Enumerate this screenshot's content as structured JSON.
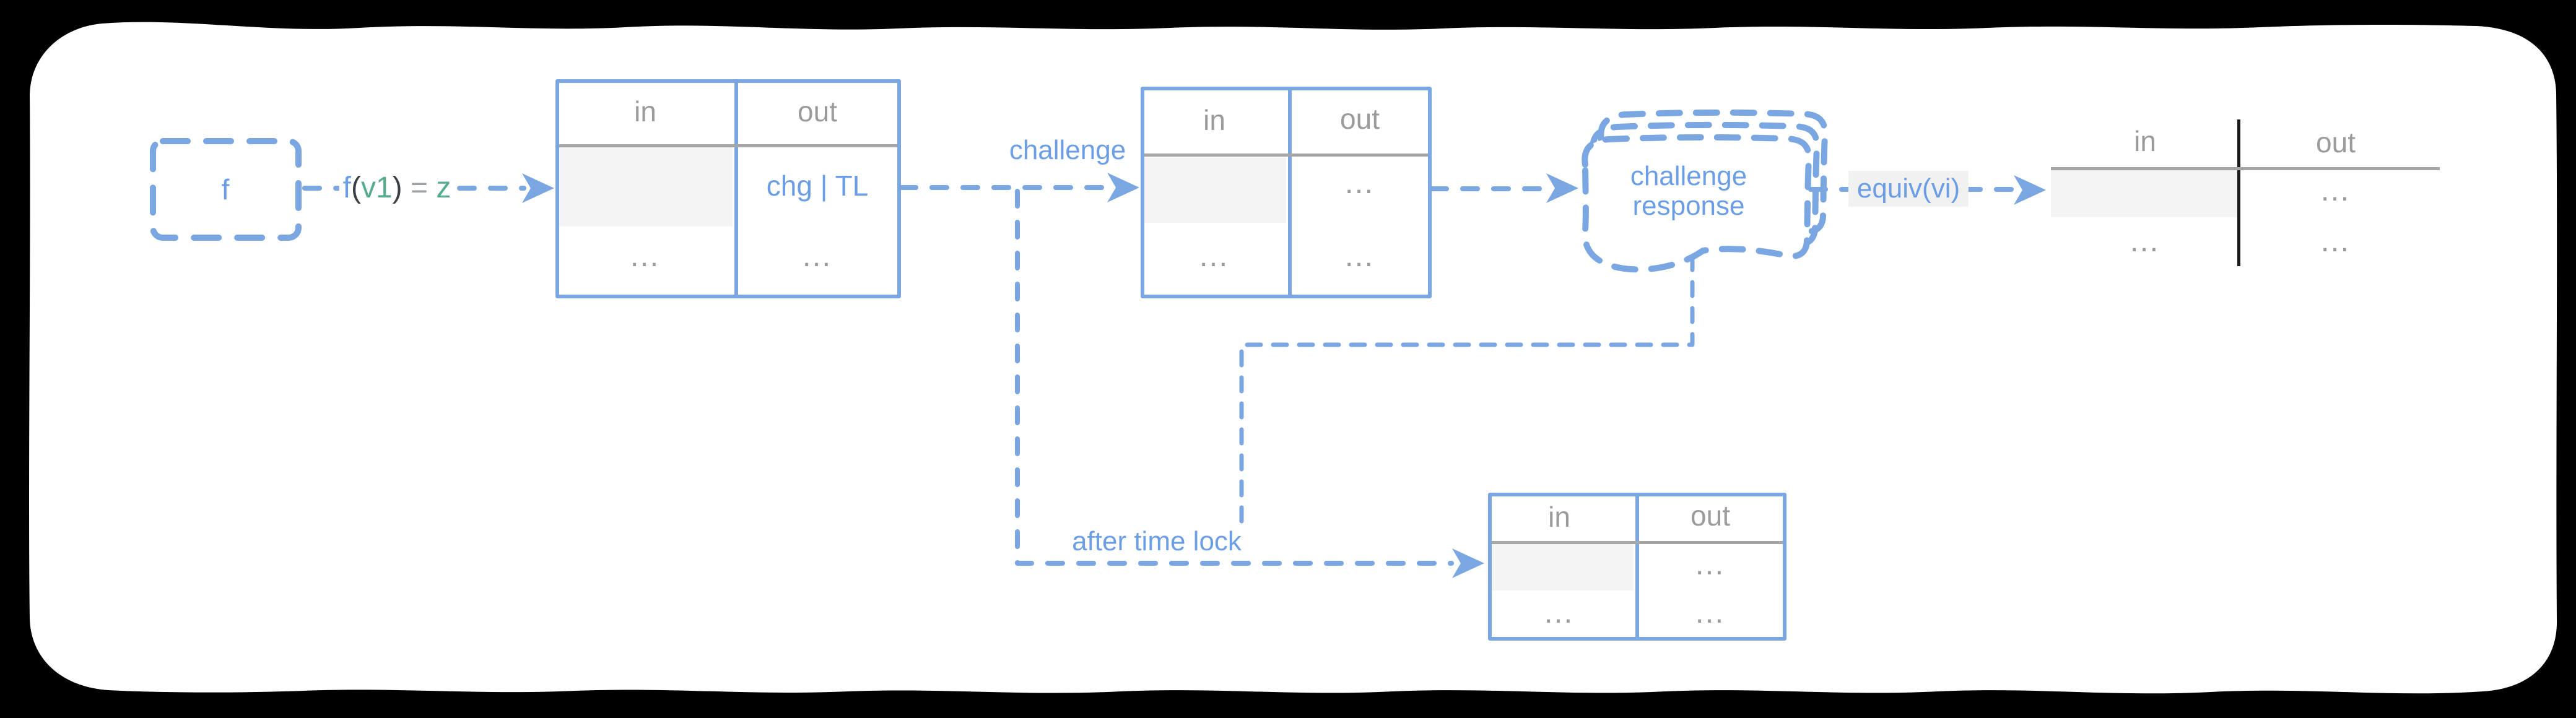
{
  "palette": {
    "line_blue": "#7aa6e2",
    "text_blue": "#6c9ee6",
    "green": "#55ad8c",
    "dark": "#3a4045",
    "gray_eq": "#9aa0a6",
    "gray_text": "#9b9b9b",
    "gray_line": "#a6a6a6",
    "shade": "#f4f4f4",
    "label_highlight": "#f1f1f1",
    "frame": "#000000"
  },
  "fbox": {
    "label": "f"
  },
  "labels": {
    "equation": {
      "parts": [
        {
          "text": "f",
          "color": "text_blue"
        },
        {
          "text": "(",
          "color": "dark"
        },
        {
          "text": "v1",
          "color": "green"
        },
        {
          "text": ")",
          "color": "dark"
        },
        {
          "text": " = ",
          "color": "gray_eq"
        },
        {
          "text": "z",
          "color": "green"
        }
      ]
    },
    "challenge": "challenge",
    "after_time_lock": "after time lock",
    "equiv": "equiv(vi)"
  },
  "blob": {
    "line1": "challenge",
    "line2": "response"
  },
  "tables": [
    {
      "name": "funding-tx",
      "headers": [
        "in",
        "out"
      ],
      "rows": [
        [
          "",
          "chg | TL"
        ],
        [
          "…",
          "…"
        ]
      ]
    },
    {
      "name": "challenge-tx",
      "headers": [
        "in",
        "out"
      ],
      "rows": [
        [
          "",
          "…"
        ],
        [
          "…",
          "…"
        ]
      ]
    },
    {
      "name": "timeout-tx",
      "headers": [
        "in",
        "out"
      ],
      "rows": [
        [
          "",
          "…"
        ],
        [
          "…",
          "…"
        ]
      ]
    },
    {
      "name": "response-tx",
      "headers": [
        "in",
        "out"
      ],
      "rows": [
        [
          "",
          "…"
        ],
        [
          "…",
          "…"
        ]
      ]
    }
  ]
}
